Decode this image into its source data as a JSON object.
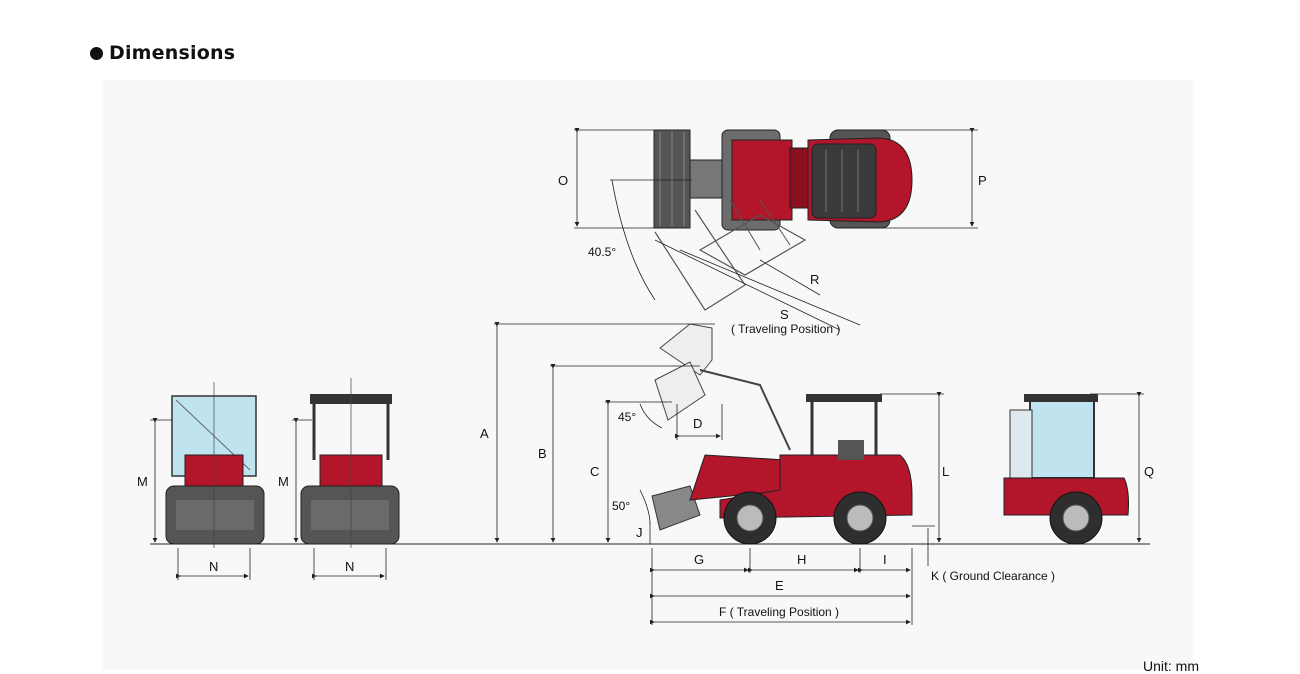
{
  "heading": {
    "title": "Dimensions"
  },
  "labels": {
    "A": "A",
    "B": "B",
    "C": "C",
    "D": "D",
    "E": "E",
    "F": "F ( Traveling Position )",
    "G": "G",
    "H": "H",
    "I": "I",
    "J": "J",
    "K": "K ( Ground Clearance )",
    "L": "L",
    "M1": "M",
    "M2": "M",
    "N1": "N",
    "N2": "N",
    "O": "O",
    "P": "P",
    "Q": "Q",
    "R": "R",
    "S": "S",
    "S_note": "( Traveling Position )"
  },
  "angles": {
    "top_swing": "40.5°",
    "bucket_dump": "45°",
    "bucket_rollback": "50°"
  },
  "unit": "Unit: mm",
  "colors": {
    "machine_red": "#b3152a",
    "tire_dark": "#3a3a3a",
    "glass": "#bfe3ef",
    "line": "#222222"
  }
}
